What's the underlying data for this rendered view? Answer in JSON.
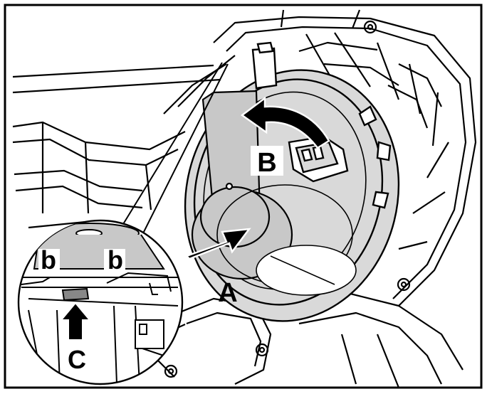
{
  "labels": {
    "a": "A",
    "b": "B",
    "c": "C",
    "b_left": "b",
    "b_right": "b"
  },
  "colors": {
    "line": "#000000",
    "background": "#ffffff",
    "housing_fill": "#d9d9d9",
    "motor_fill": "#c8c8c8",
    "label_box": "#ffffff"
  },
  "icons": {
    "arrow_a": "straight-push-arrow",
    "arrow_b": "curved-rotation-arrow",
    "arrow_c": "upward-arrow"
  }
}
